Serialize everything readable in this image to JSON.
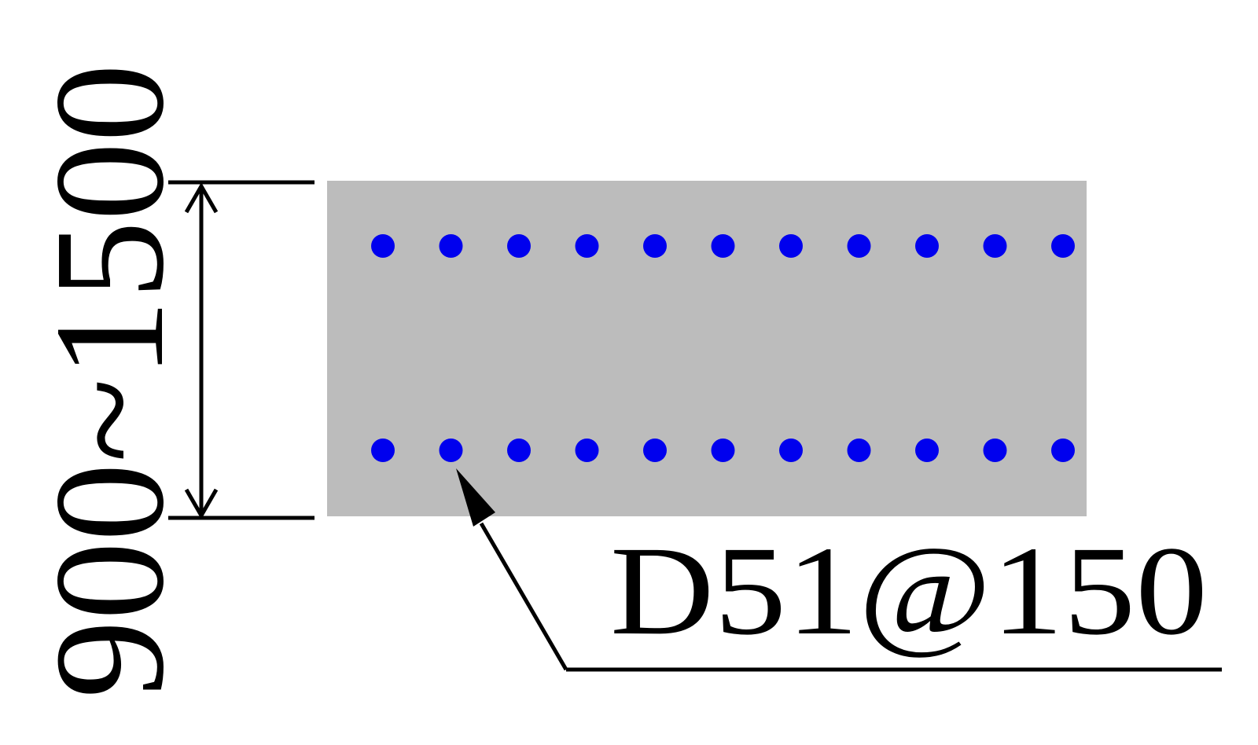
{
  "dimension": {
    "label": "900~1500"
  },
  "callout": {
    "label": "D51@150"
  },
  "section": {
    "rows": 2,
    "bars_per_row": 11
  },
  "colors": {
    "section_fill": "#bcbcbc",
    "bar": "#0000ee",
    "line": "#000000"
  }
}
